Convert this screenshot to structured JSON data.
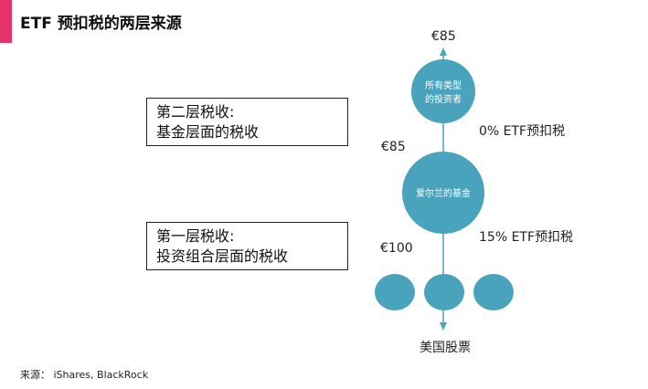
{
  "title": "ETF 预扣税的两层来源",
  "colors": {
    "accent": "#e6316d",
    "node": "#4aa3bc",
    "line": "#4aa3bc"
  },
  "boxes": {
    "tier2": {
      "line1": "第二层税收:",
      "line2": "基金层面的税收"
    },
    "tier1": {
      "line1": "第一层税收:",
      "line2": "投资组合层面的税收"
    }
  },
  "nodes": {
    "investors": {
      "line1": "所有类型",
      "line2": "的投资者"
    },
    "fund": "爱尔兰的基金"
  },
  "amounts": {
    "top": "€85",
    "middle": "€85",
    "bottom": "€100"
  },
  "rates": {
    "fund_level": "0% ETF预扣税",
    "portfolio_level": "15% ETF预扣税"
  },
  "bottom_label": "美国股票",
  "source": "来源： iShares, BlackRock"
}
